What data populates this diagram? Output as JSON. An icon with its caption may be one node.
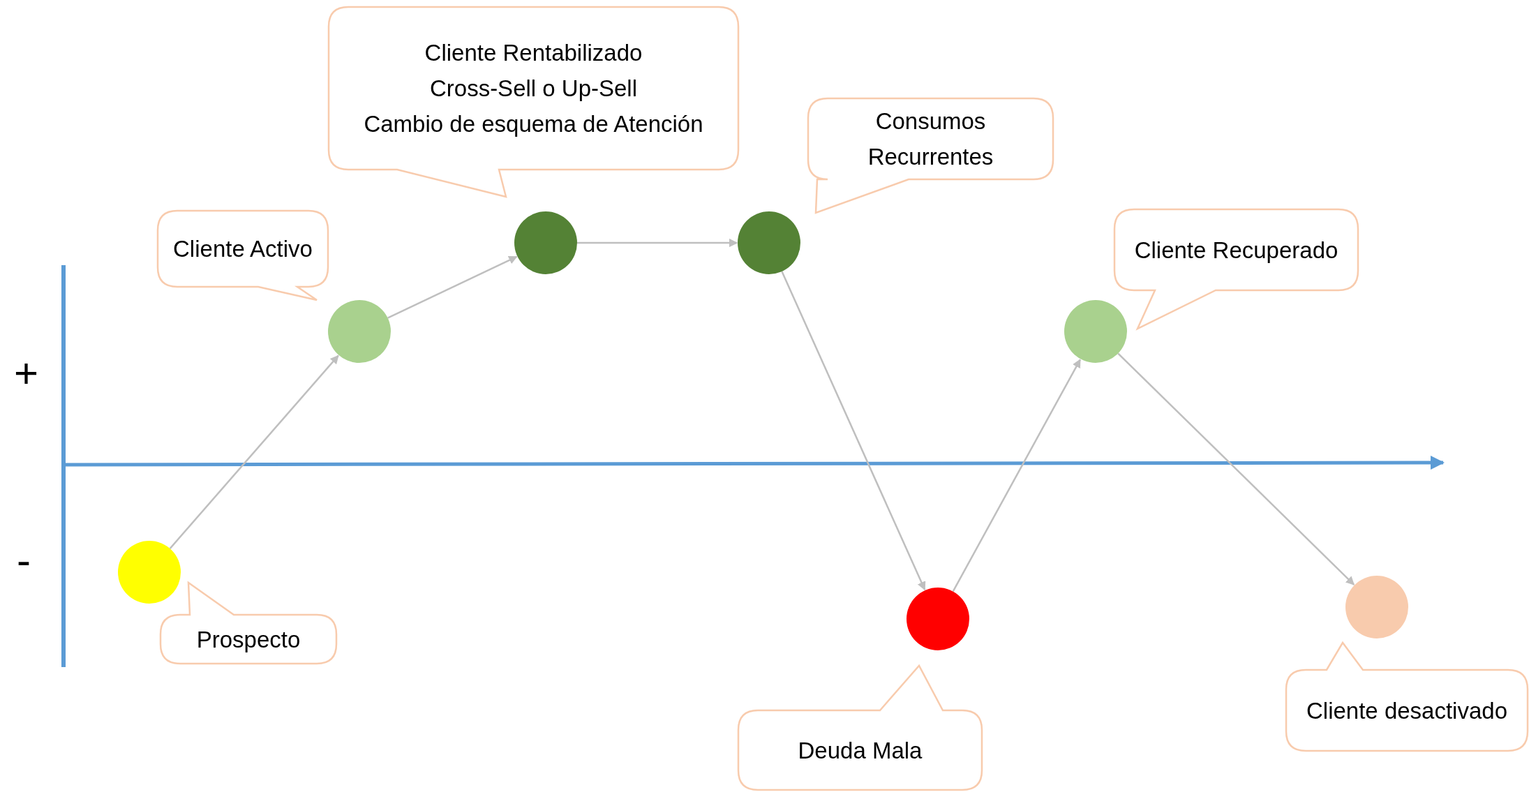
{
  "diagram": {
    "nodes": [
      {
        "text": [],
        "shape": "circle"
      },
      {
        "text": [],
        "shape": "circle"
      },
      {
        "text": [],
        "shape": "circle"
      },
      {
        "text": [],
        "shape": "circle"
      },
      {
        "text": [],
        "shape": "circle"
      },
      {
        "text": [],
        "shape": "circle"
      },
      {
        "text": [],
        "shape": "circle"
      },
      {
        "text": [
          "Cliente Rentabilizado",
          "Cross-Sell o Up-Sell",
          "Cambio de esquema de Atención"
        ]
      },
      {
        "text": [
          "Consumos Recurrentes"
        ]
      },
      {
        "text": [
          "Cliente Activo"
        ]
      },
      {
        "text": [
          "Cliente Recuperado"
        ]
      },
      {
        "text": [
          "Prospecto"
        ]
      },
      {
        "text": [
          "Deuda Mala"
        ]
      },
      {
        "text": [
          "Cliente desactivado"
        ]
      }
    ],
    "edges": [
      {
        "from": 0,
        "to": 1,
        "arrow": "to"
      },
      {
        "from": 1,
        "to": 2,
        "arrow": "to"
      },
      {
        "from": 2,
        "to": 3,
        "arrow": "to"
      },
      {
        "from": 3,
        "to": 4,
        "arrow": "to"
      },
      {
        "from": 4,
        "to": 5,
        "arrow": "to"
      },
      {
        "from": 5,
        "to": 6,
        "arrow": "to"
      }
    ],
    "labels": [
      "+",
      "-"
    ]
  }
}
